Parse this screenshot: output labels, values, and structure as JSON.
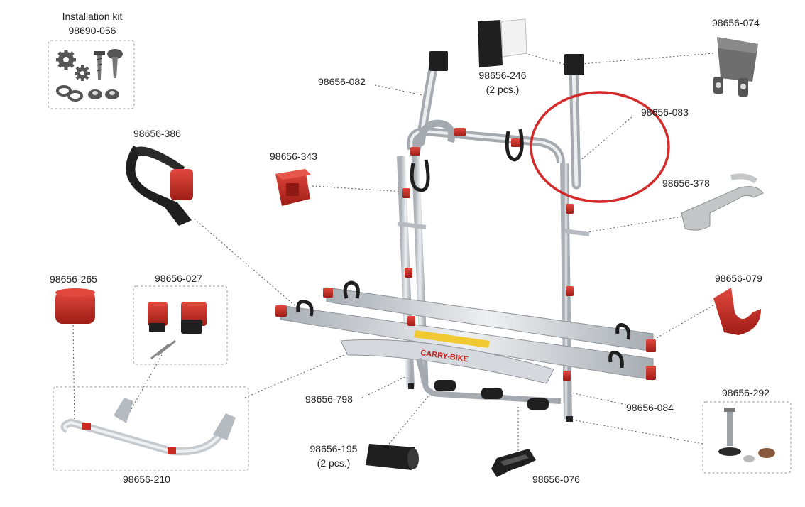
{
  "installation_kit": {
    "title": "Installation kit",
    "part_no": "98690-056"
  },
  "parts": {
    "p082": "98656-082",
    "p246": "98656-246",
    "p246_qty": "(2 pcs.)",
    "p074": "98656-074",
    "p083": "98656-083",
    "p386": "98656-386",
    "p343": "98656-343",
    "p378": "98656-378",
    "p265": "98656-265",
    "p027": "98656-027",
    "p079": "98656-079",
    "p798": "98656-798",
    "p084": "98656-084",
    "p292": "98656-292",
    "p195": "98656-195",
    "p195_qty": "(2 pcs.)",
    "p076": "98656-076",
    "p210": "98656-210"
  },
  "brand_text": "CARRY-BIKE",
  "colors": {
    "highlight": "#d42a2a",
    "aluminium": "#c9ced3",
    "plastic_red": "#c62b22",
    "dark": "#2a2a2a"
  }
}
